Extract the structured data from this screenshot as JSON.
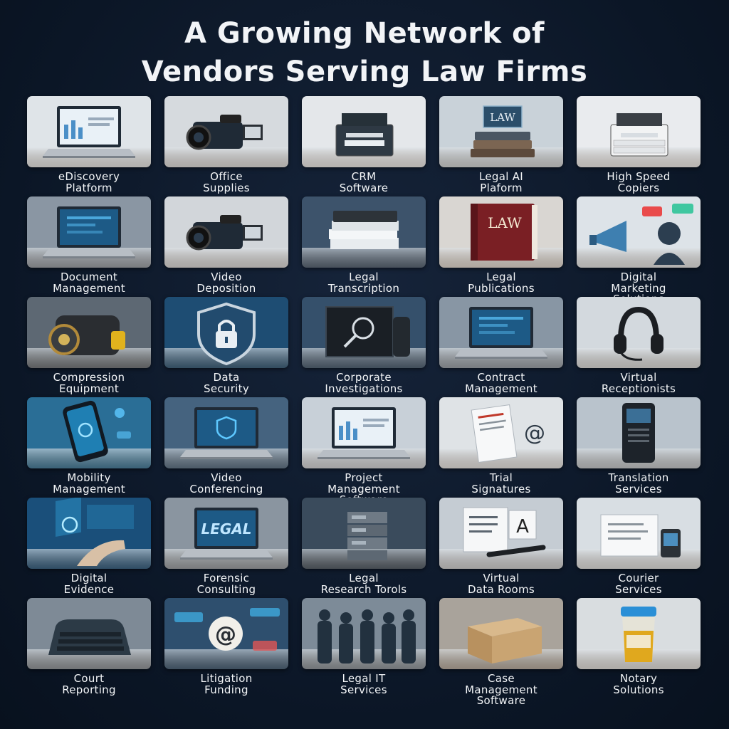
{
  "title_line1": "A Growing Network of",
  "title_line2": "Vendors Serving Law Firms",
  "tiles": [
    {
      "line1": "eDiscovery",
      "line2": "Platform",
      "line3": "",
      "icon": "laptop-dashboard-icon",
      "bg": "#dfe4e8"
    },
    {
      "line1": "Office",
      "line2": "Supplies",
      "line3": "",
      "icon": "video-camera-icon",
      "bg": "#d6dade"
    },
    {
      "line1": "CRM",
      "line2": "Software",
      "line3": "",
      "icon": "printer-icon",
      "bg": "#e4e7ea"
    },
    {
      "line1": "Legal AI",
      "line2": "Plaform",
      "line3": "",
      "icon": "law-books-icon",
      "bg": "#c9d2d9",
      "sign": "LAW"
    },
    {
      "line1": "High Speed",
      "line2": "Copiers",
      "line3": "",
      "icon": "copier-icon",
      "bg": "#e9ebee"
    },
    {
      "line1": "Document",
      "line2": "Management",
      "line3": "",
      "icon": "laptop-icon",
      "bg": "#8a96a3"
    },
    {
      "line1": "Video",
      "line2": "Deposition",
      "line3": "",
      "icon": "video-camera-icon",
      "bg": "#d2d6da"
    },
    {
      "line1": "Legal",
      "line2": "Transcription",
      "line3": "",
      "icon": "paper-stack-icon",
      "bg": "#3d536b"
    },
    {
      "line1": "Legal",
      "line2": "Publications",
      "line3": "",
      "icon": "law-book-icon",
      "bg": "#d9d6d2",
      "sign": "LAW"
    },
    {
      "line1": "Digital",
      "line2": "Marketing",
      "line3": "Solutions",
      "icon": "megaphone-icon",
      "bg": "#dde3e8"
    },
    {
      "line1": "Compression",
      "line2": "Equipment",
      "line3": "",
      "icon": "compressor-icon",
      "bg": "#5d6873"
    },
    {
      "line1": "Data",
      "line2": "Security",
      "line3": "",
      "icon": "shield-lock-icon",
      "bg": "#1e4d73"
    },
    {
      "line1": "Corporate",
      "line2": "Investigations",
      "line3": "",
      "icon": "magnifier-monitor-icon",
      "bg": "#35506b"
    },
    {
      "line1": "Contract",
      "line2": "Management",
      "line3": "",
      "icon": "laptop-icon",
      "bg": "#8896a4"
    },
    {
      "line1": "Virtual",
      "line2": "Receptionists",
      "line3": "",
      "icon": "headset-icon",
      "bg": "#d3d9de"
    },
    {
      "line1": "Mobility",
      "line2": "Management",
      "line3": "",
      "icon": "smartphone-icon",
      "bg": "#2a6e96"
    },
    {
      "line1": "Video",
      "line2": "Conferencing",
      "line3": "",
      "icon": "laptop-shield-icon",
      "bg": "#45637f"
    },
    {
      "line1": "Project",
      "line2": "Management",
      "line3": "Software",
      "icon": "laptop-chart-icon",
      "bg": "#c8d0d8"
    },
    {
      "line1": "Trial",
      "line2": "Signatures",
      "line3": "",
      "icon": "document-at-icon",
      "bg": "#dfe3e6"
    },
    {
      "line1": "Translation",
      "line2": "Services",
      "line3": "",
      "icon": "phone-device-icon",
      "bg": "#b9c3cc"
    },
    {
      "line1": "Digital",
      "line2": "Evidence",
      "line3": "",
      "icon": "hand-hologram-icon",
      "bg": "#1a4f7a"
    },
    {
      "line1": "Forensic",
      "line2": "Consulting",
      "line3": "",
      "icon": "laptop-legal-icon",
      "bg": "#8a95a0",
      "sign": "LEGAL"
    },
    {
      "line1": "Legal",
      "line2": "Research Torols",
      "line3": "",
      "icon": "server-icon",
      "bg": "#3a4b5c"
    },
    {
      "line1": "Virtual",
      "line2": "Data Rooms",
      "line3": "",
      "icon": "document-pen-icon",
      "bg": "#c5ccd3",
      "sign": "A"
    },
    {
      "line1": "Courier",
      "line2": "Services",
      "line3": "",
      "icon": "document-device-icon",
      "bg": "#d8dee3"
    },
    {
      "line1": "Court",
      "line2": "Reporting",
      "line3": "",
      "icon": "stenotype-icon",
      "bg": "#7e8a96"
    },
    {
      "line1": "Litigation",
      "line2": "Funding",
      "line3": "",
      "icon": "at-sign-icon",
      "bg": "#2e4f6e"
    },
    {
      "line1": "Legal IT",
      "line2": "Services",
      "line3": "",
      "icon": "people-silhouette-icon",
      "bg": "#7d8b98"
    },
    {
      "line1": "Case",
      "line2": "Management",
      "line3": "Software",
      "icon": "cardboard-box-icon",
      "bg": "#a9a39b"
    },
    {
      "line1": "Notary",
      "line2": "Solutions",
      "line3": "",
      "icon": "specimen-cup-icon",
      "bg": "#d9dde0"
    }
  ]
}
